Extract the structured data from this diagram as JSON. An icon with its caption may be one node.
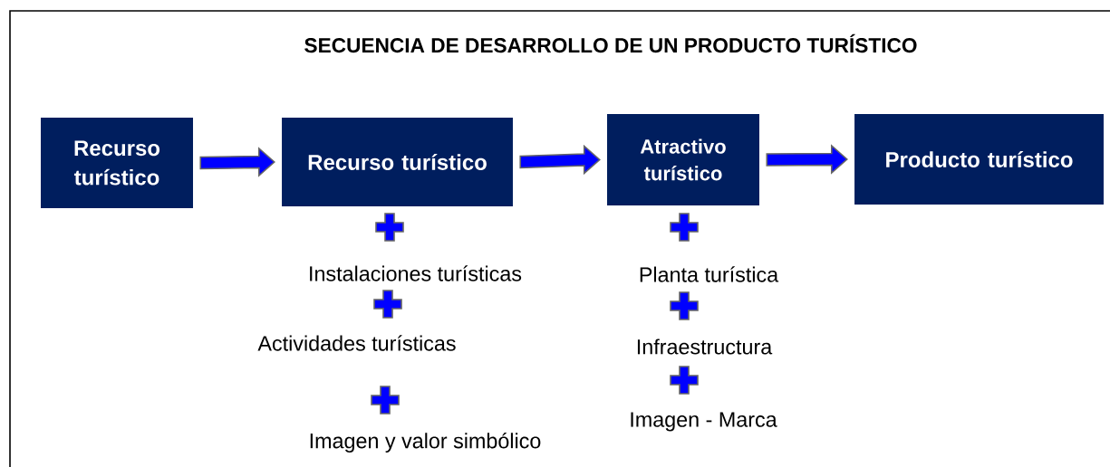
{
  "diagram": {
    "title": "SECUENCIA DE DESARROLLO DE UN PRODUCTO TURÍSTICO",
    "nodes": [
      {
        "text": [
          "Recurso turístico"
        ]
      },
      {
        "text": [
          "Recurso turístico"
        ]
      },
      {
        "text": [
          "Atractivo turístico"
        ]
      },
      {
        "text": [
          "Producto turístico"
        ]
      }
    ],
    "edges": [
      {
        "from": 0,
        "to": 1,
        "arrow": "to"
      },
      {
        "from": 1,
        "to": 2,
        "arrow": "to"
      },
      {
        "from": 2,
        "to": 3,
        "arrow": "to"
      }
    ],
    "labels": [
      "Instalaciones turísticas",
      "Actividades turísticas",
      "Imagen y valor simbólico",
      "Planta turística",
      "Infraestructura",
      "Imagen - Marca"
    ]
  }
}
